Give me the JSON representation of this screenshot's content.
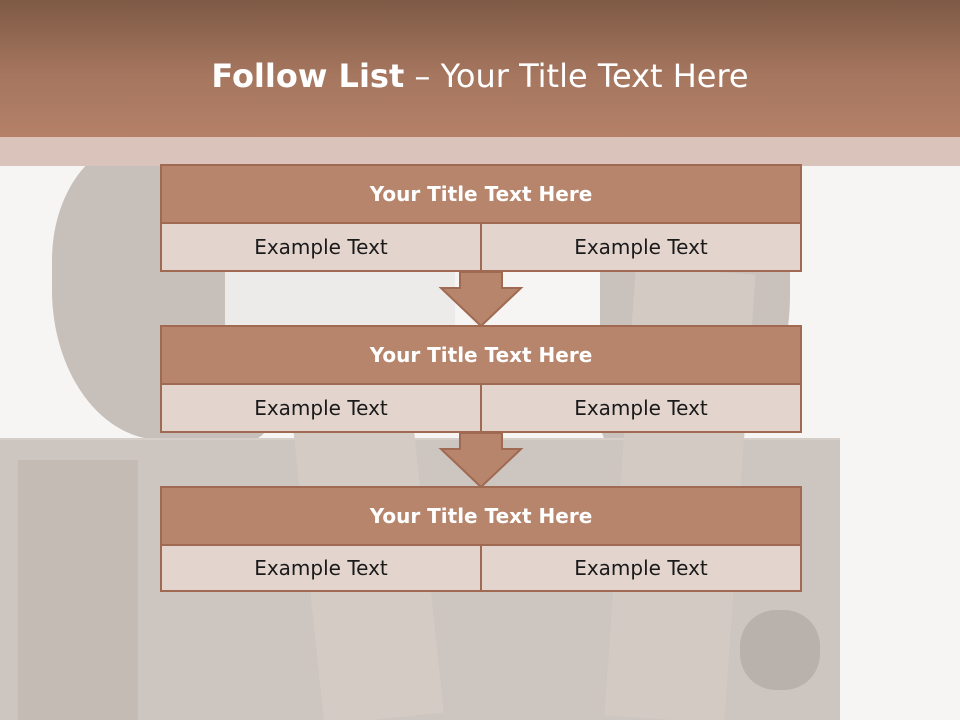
{
  "slide": {
    "title_bold": "Follow List",
    "title_rest": " – Your Title Text Here",
    "colors": {
      "header": "#a6765f",
      "block_title": "#b6856c",
      "cell": "#e3d4ce",
      "border": "#a06a52"
    }
  },
  "blocks": [
    {
      "title": "Your Title Text Here",
      "left": "Example Text",
      "right": "Example Text"
    },
    {
      "title": "Your Title Text Here",
      "left": "Example Text",
      "right": "Example Text"
    },
    {
      "title": "Your Title Text Here",
      "left": "Example Text",
      "right": "Example Text"
    }
  ]
}
